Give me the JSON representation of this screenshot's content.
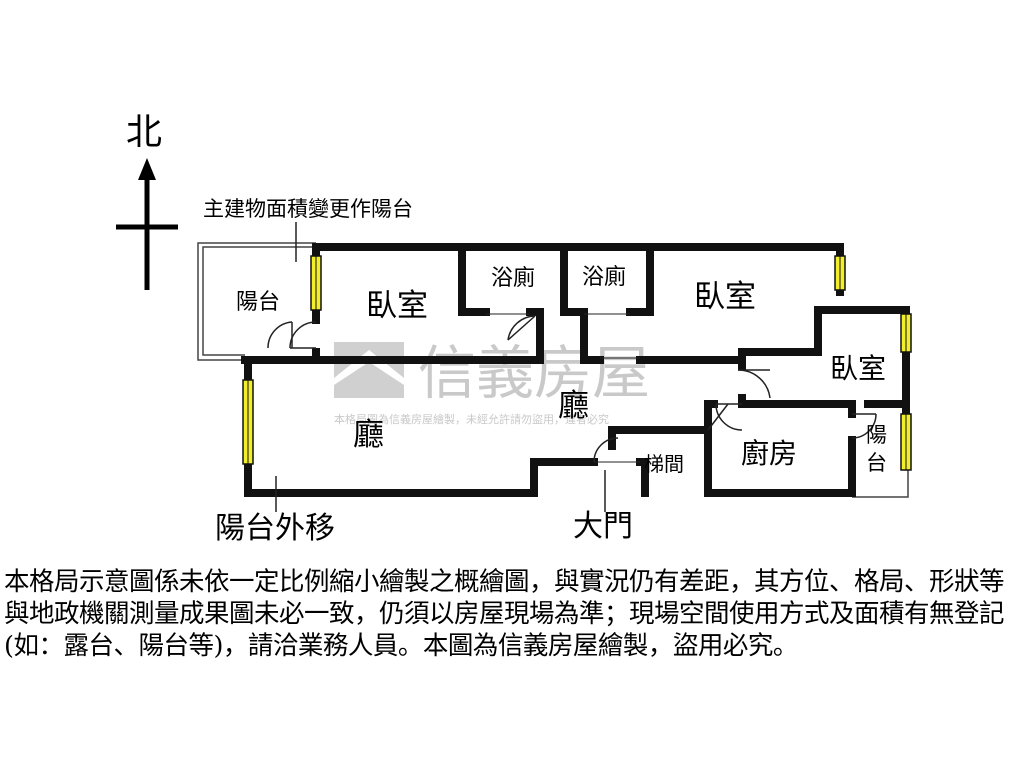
{
  "compass": {
    "north_label": "北"
  },
  "annotations": {
    "converted_area": "主建物面積變更作陽台",
    "balcony_moved": "陽台外移",
    "main_door": "大門"
  },
  "rooms": {
    "balcony_west": "陽台",
    "bedroom_1": "臥室",
    "bath_1": "浴廁",
    "bath_2": "浴廁",
    "bedroom_2": "臥室",
    "bedroom_3": "臥室",
    "living_left": "廳",
    "living_center": "廳",
    "kitchen": "廚房",
    "stairwell": "梯間",
    "balcony_east_1": "陽",
    "balcony_east_2": "台"
  },
  "watermark": {
    "brand": "信義房屋",
    "notice": "本格局圖為信義房屋繪製，未經允許請勿盜用，違者必究"
  },
  "disclaimer": "本格局示意圖係未依一定比例縮小繪製之概繪圖，與實況仍有差距，其方位、格局、形狀等與地政機關測量成果圖未必一致，仍須以房屋現場為準；現場空間使用方式及面積有無登記(如：露台、陽台等)，請洽業務人員。本圖為信義房屋繪製，盜用必究。",
  "colors": {
    "wall": "#111111",
    "window": "#f2ee2a",
    "watermark": "#c9c9c9"
  }
}
